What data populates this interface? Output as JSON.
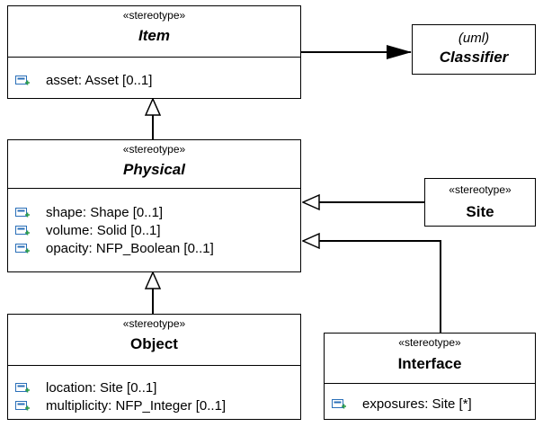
{
  "colors": {
    "line": "#000000",
    "attribute_icon_blue": "#2a6fb8",
    "attribute_icon_green": "#2e9e4a"
  },
  "classes": {
    "item": {
      "stereotype": "«stereotype»",
      "name": "Item",
      "abstract": true,
      "attributes": [
        {
          "icon": "attribute-icon",
          "text": "asset: Asset [0..1]"
        }
      ]
    },
    "classifier": {
      "stereotype": "(uml)",
      "name": "Classifier",
      "abstract": true
    },
    "physical": {
      "stereotype": "«stereotype»",
      "name": "Physical",
      "abstract": true,
      "attributes": [
        {
          "icon": "attribute-icon",
          "text": "shape: Shape [0..1]"
        },
        {
          "icon": "attribute-icon",
          "text": "volume: Solid [0..1]"
        },
        {
          "icon": "attribute-icon",
          "text": "opacity: NFP_Boolean [0..1]"
        }
      ]
    },
    "site": {
      "stereotype": "«stereotype»",
      "name": "Site",
      "abstract": false
    },
    "object": {
      "stereotype": "«stereotype»",
      "name": "Object",
      "abstract": false,
      "attributes": [
        {
          "icon": "attribute-icon",
          "text": "location: Site [0..1]"
        },
        {
          "icon": "attribute-icon",
          "text": "multiplicity: NFP_Integer [0..1]"
        }
      ]
    },
    "interface": {
      "stereotype": "«stereotype»",
      "name": "Interface",
      "abstract": false,
      "attributes": [
        {
          "icon": "attribute-icon",
          "text": "exposures: Site [*]"
        }
      ]
    }
  },
  "relations": [
    {
      "from": "Item",
      "to": "Classifier",
      "kind": "extension"
    },
    {
      "from": "Physical",
      "to": "Item",
      "kind": "generalization"
    },
    {
      "from": "Site",
      "to": "Physical",
      "kind": "generalization"
    },
    {
      "from": "Interface",
      "to": "Physical",
      "kind": "generalization"
    },
    {
      "from": "Object",
      "to": "Physical",
      "kind": "generalization"
    }
  ]
}
